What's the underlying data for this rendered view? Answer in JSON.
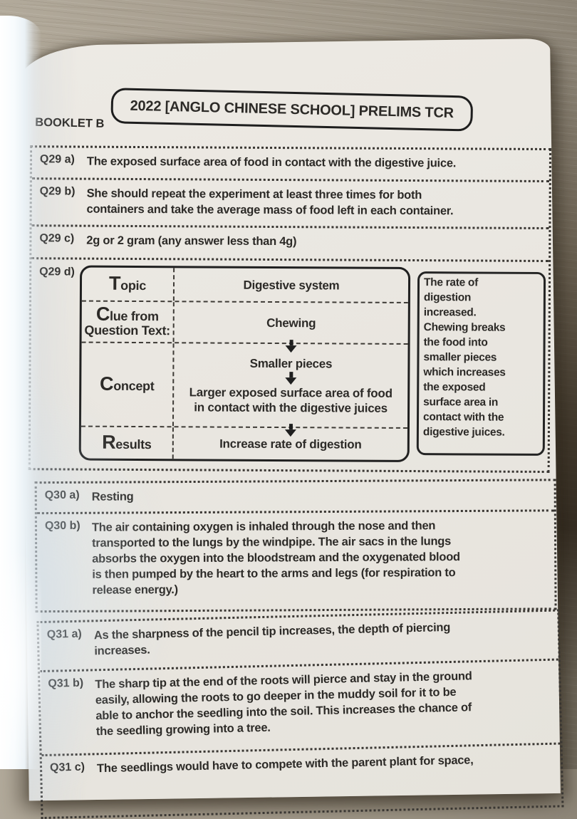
{
  "header": {
    "title": "2022 [ANGLO CHINESE SCHOOL] PRELIMS TCR",
    "booklet": "BOOKLET B"
  },
  "q29": {
    "a": {
      "label": "Q29 a)",
      "text": "The exposed surface area of food in contact with the digestive juice."
    },
    "b": {
      "label": "Q29 b)",
      "text": "She should repeat the experiment at least three times for both\ncontainers and take the average mass of food left in each container."
    },
    "c": {
      "label": "Q29 c)",
      "text": "2g or 2 gram (any answer less than 4g)"
    },
    "d": {
      "label": "Q29 d)"
    },
    "table": {
      "topic": {
        "initial": "T",
        "rest": "opic",
        "value": "Digestive system"
      },
      "clue": {
        "initial": "C",
        "rest": "lue from",
        "line2": "Question Text:",
        "value": "Chewing"
      },
      "concept": {
        "initial": "C",
        "rest": "oncept",
        "step1": "Smaller pieces",
        "step2": "Larger exposed surface area of food\nin contact with the digestive juices"
      },
      "results": {
        "initial": "R",
        "rest": "esults",
        "value": "Increase rate of digestion"
      }
    },
    "note": "The rate of\ndigestion\nincreased.\nChewing breaks\nthe food into\nsmaller pieces\nwhich increases\nthe exposed\nsurface area in\ncontact with the\ndigestive juices."
  },
  "q30": {
    "a": {
      "label": "Q30 a)",
      "text": "Resting"
    },
    "b": {
      "label": "Q30 b)",
      "text": "The air containing oxygen is inhaled through the nose and then\ntransported to the lungs by the windpipe. The air sacs in the lungs\nabsorbs the oxygen into the bloodstream and the oxygenated blood\nis then pumped by the heart to the arms and legs (for respiration to\nrelease energy.)"
    }
  },
  "q31": {
    "a": {
      "label": "Q31 a)",
      "text": "As the sharpness of the pencil tip increases, the depth of piercing\nincreases."
    },
    "b": {
      "label": "Q31 b)",
      "text": "The sharp tip at the end of the roots will pierce and stay in the ground\neasily, allowing the roots to go deeper in the muddy soil for it to be\nable to anchor the seedling into the soil. This increases the chance of\nthe seedling growing into a tree."
    },
    "c": {
      "label": "Q31 c)",
      "text": "The seedlings would have to compete with the parent plant for space,"
    }
  },
  "icons": {
    "arrow_down": "⬇"
  },
  "colors": {
    "paper": "#eae7e1",
    "ink": "#2c2a27",
    "table_border": "#202020",
    "dotted_border": "#3a3733",
    "wood_light": "#aba293",
    "wood_dark": "#3f3426",
    "spine_highlight": "#f3f8fb"
  }
}
